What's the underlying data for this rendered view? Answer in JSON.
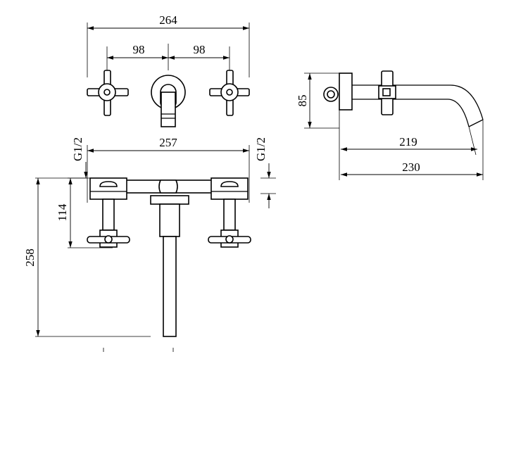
{
  "dimensions": {
    "overall_width": "264",
    "left_spacing": "98",
    "right_spacing": "98",
    "side_height": "85",
    "spout_reach": "219",
    "total_depth": "230",
    "connection_left": "G1/2",
    "connection_right": "G1/2",
    "body_width": "257",
    "handle_depth": "114",
    "total_height": "258"
  }
}
